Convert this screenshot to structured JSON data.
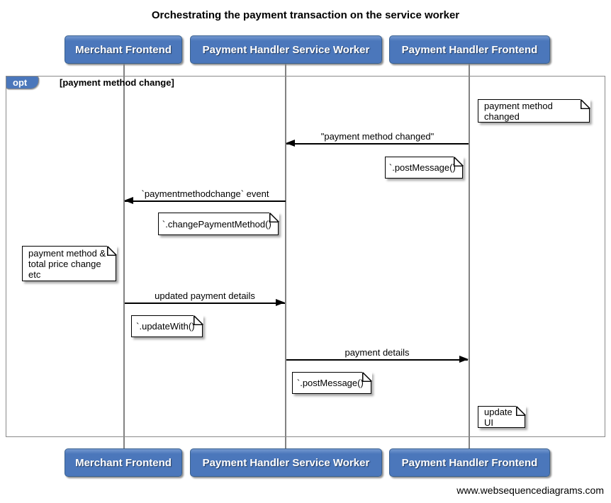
{
  "title": "Orchestrating the payment transaction on the service worker",
  "footer": "www.websequencediagrams.com",
  "actors": [
    {
      "label": "Merchant Frontend"
    },
    {
      "label": "Payment Handler Service Worker"
    },
    {
      "label": "Payment Handler Frontend"
    }
  ],
  "fragment": {
    "operator": "opt",
    "guard": "[payment method change]"
  },
  "messages": [
    {
      "from": "Payment Handler Frontend",
      "to": "Payment Handler Service Worker",
      "label": "\"payment method changed\""
    },
    {
      "from": "Payment Handler Service Worker",
      "to": "Merchant Frontend",
      "label": "`paymentmethodchange` event"
    },
    {
      "from": "Merchant Frontend",
      "to": "Payment Handler Service Worker",
      "label": "updated payment details"
    },
    {
      "from": "Payment Handler Service Worker",
      "to": "Payment Handler Frontend",
      "label": "payment details"
    }
  ],
  "notes": [
    {
      "text": "payment method changed",
      "position": "right of Payment Handler Frontend"
    },
    {
      "text": "`.postMessage()`",
      "position": "left of Payment Handler Frontend"
    },
    {
      "text": "`.changePaymentMethod()`",
      "position": "left of Payment Handler Service Worker"
    },
    {
      "text": "payment method &\ntotal price change etc",
      "position": "left of Merchant Frontend"
    },
    {
      "text": "`.updateWith()`",
      "position": "right of Merchant Frontend"
    },
    {
      "text": "`.postMessage()`",
      "position": "right of Payment Handler Service Worker"
    },
    {
      "text": "update UI",
      "position": "right of Payment Handler Frontend"
    }
  ],
  "colors": {
    "actor_fill": "#4b77bb",
    "actor_fill_light": "#7499cf",
    "actor_border": "#39608f",
    "actor_text": "#ffffff",
    "frame_border": "#8a8a8a",
    "lifeline": "#828282",
    "note_bg": "#ffffff",
    "note_border": "#000000",
    "arrow": "#000000",
    "background": "#ffffff"
  }
}
